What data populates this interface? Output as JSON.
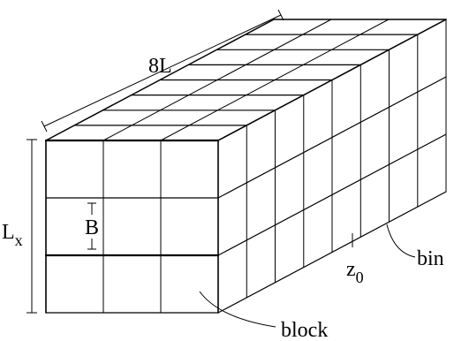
{
  "labels": {
    "length_main": "8L",
    "height_main": "L",
    "height_sub": "x",
    "block_size": "B",
    "position_main": "z",
    "position_sub": "0",
    "bin": "bin",
    "block": "block"
  },
  "grid": {
    "front_columns": 3,
    "front_rows": 3,
    "depth_sections": 8
  }
}
